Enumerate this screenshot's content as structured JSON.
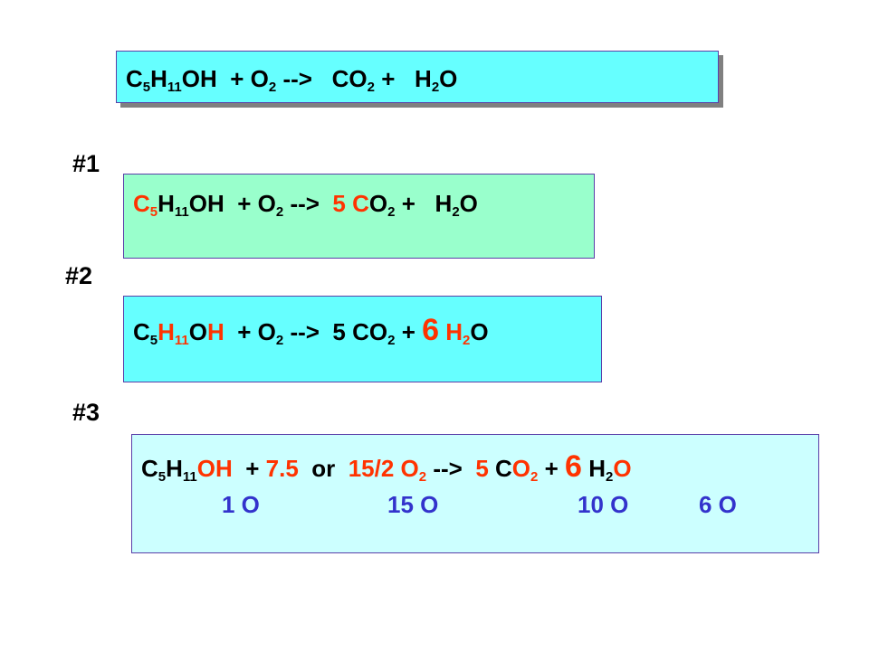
{
  "colors": {
    "box1_fill": "#66ffff",
    "box2_fill": "#99ffcc",
    "box3_fill": "#66ffff",
    "box4_fill": "#ccffff",
    "highlight": "#ff3300",
    "oxygen_count": "#3333cc"
  },
  "common": {
    "c": "C",
    "five": "5",
    "h": "H",
    "eleven": "11",
    "oh": "OH",
    "o": "O",
    "two": "2",
    "arrow": "-->",
    "co": "CO",
    "plus": "+",
    "h2": "H",
    "o_end": "O"
  },
  "step_labels": [
    "#1",
    "#2",
    "#3"
  ],
  "eq1": {
    "o2": "+ O",
    "co2": "CO",
    "plus": "+",
    "h2o_h": "H",
    "h2o_o": "O"
  },
  "eq2": {
    "coef_co2": "5",
    "c_of_co2": "C",
    "o_of_co2": "O"
  },
  "eq3": {
    "coef_co2": "5",
    "coef_h2o": "6"
  },
  "eq4": {
    "coef_o2": "7.5",
    "or": "or",
    "fraction": "15/2",
    "coef_co2": "5",
    "coef_h2o": "6",
    "oxygen_counts": [
      "1 O",
      "15 O",
      "10 O",
      "6 O"
    ]
  }
}
